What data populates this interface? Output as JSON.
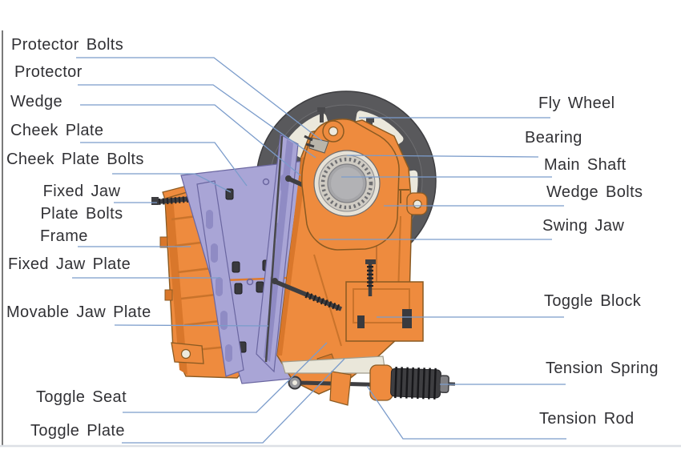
{
  "labels": {
    "left": [
      {
        "id": "protector-bolts",
        "text": "Protector Bolts"
      },
      {
        "id": "protector",
        "text": "Protector"
      },
      {
        "id": "wedge",
        "text": "Wedge"
      },
      {
        "id": "cheek-plate",
        "text": "Cheek Plate"
      },
      {
        "id": "cheek-plate-bolts",
        "text": "Cheek Plate Bolts"
      },
      {
        "id": "fixed-jaw-plate-bolts",
        "line1": "Fixed Jaw",
        "line2": "Plate Bolts"
      },
      {
        "id": "frame",
        "text": "Frame"
      },
      {
        "id": "fixed-jaw-plate",
        "text": "Fixed Jaw Plate"
      },
      {
        "id": "movable-jaw-plate",
        "text": "Movable Jaw Plate"
      },
      {
        "id": "toggle-seat",
        "text": "Toggle Seat"
      },
      {
        "id": "toggle-plate",
        "text": "Toggle Plate"
      }
    ],
    "right": [
      {
        "id": "fly-wheel",
        "text": "Fly Wheel"
      },
      {
        "id": "bearing",
        "text": "Bearing"
      },
      {
        "id": "main-shaft",
        "text": "Main Shaft"
      },
      {
        "id": "wedge-bolts",
        "text": "Wedge Bolts"
      },
      {
        "id": "swing-jaw",
        "text": "Swing Jaw"
      },
      {
        "id": "toggle-block",
        "text": "Toggle Block"
      },
      {
        "id": "tension-spring",
        "text": "Tension Spring"
      },
      {
        "id": "tension-rod",
        "text": "Tension Rod"
      }
    ]
  },
  "colors": {
    "machine_orange": "#EE8B3E",
    "machine_orange_shade": "#D9772B",
    "plate_lavender": "#A9A5D6",
    "plate_lavender_shade": "#8F8BC4",
    "flywheel_gray": "#59595C",
    "spoke_window_cream": "#EBE8DC",
    "hardware_dark": "#3E3E41",
    "leader_line_blue": "#7B9CCB",
    "label_text": "#313135"
  }
}
